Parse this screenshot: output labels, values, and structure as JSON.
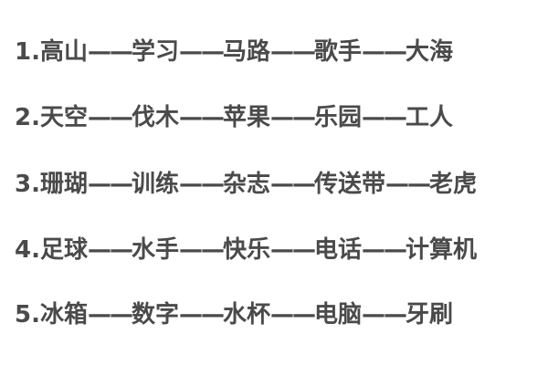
{
  "rows": [
    {
      "number": "1.",
      "words": [
        "高山",
        "学习",
        "马路",
        "歌手",
        "大海"
      ]
    },
    {
      "number": "2.",
      "words": [
        "天空",
        "伐木",
        "苹果",
        "乐园",
        "工人"
      ]
    },
    {
      "number": "3.",
      "words": [
        "珊瑚",
        "训练",
        "杂志",
        "传送带",
        "老虎"
      ]
    },
    {
      "number": "4.",
      "words": [
        "足球",
        "水手",
        "快乐",
        "电话",
        "计算机"
      ]
    },
    {
      "number": "5.",
      "words": [
        "冰箱",
        "数字",
        "水杯",
        "电脑",
        "牙刷"
      ]
    }
  ],
  "separator": "——",
  "colors": {
    "text": "#4a4a4a",
    "background": "#ffffff"
  }
}
